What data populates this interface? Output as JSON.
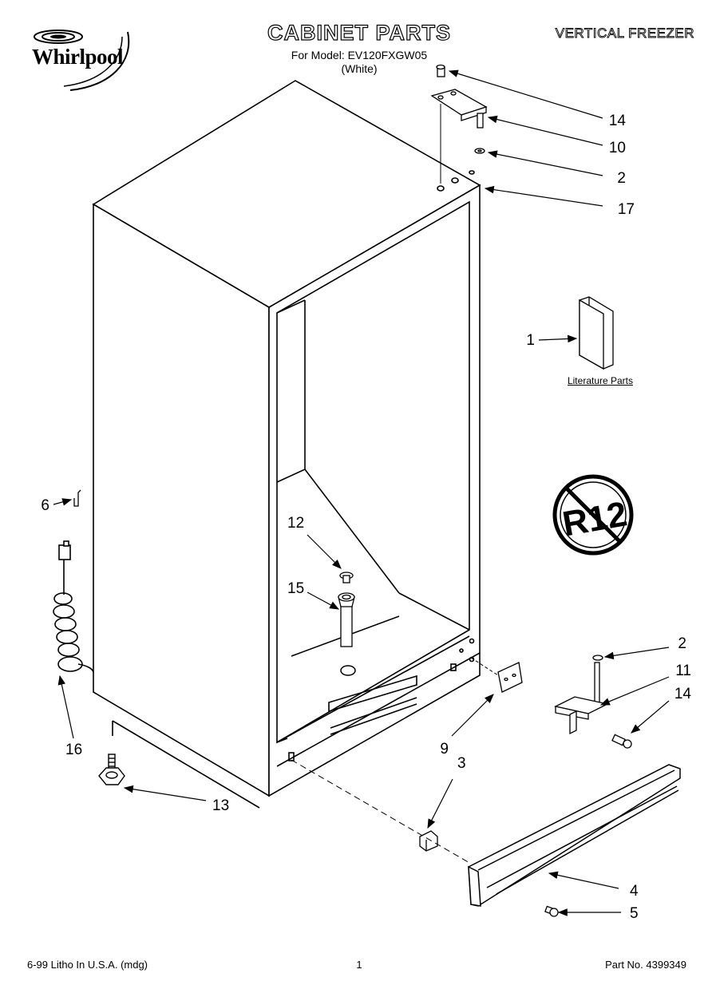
{
  "brand": {
    "name": "Whirlpool"
  },
  "header": {
    "title": "CABINET PARTS",
    "model_line": "For Model: EV120FXGW05",
    "color_line": "(White)",
    "category": "VERTICAL FREEZER"
  },
  "literature": {
    "label": "Literature Parts"
  },
  "badge": {
    "text": "R12",
    "meaning": "no-r12-symbol"
  },
  "callouts": [
    {
      "id": "14",
      "label": "14"
    },
    {
      "id": "10",
      "label": "10"
    },
    {
      "id": "2",
      "label": "2"
    },
    {
      "id": "17",
      "label": "17"
    },
    {
      "id": "1",
      "label": "1"
    },
    {
      "id": "6",
      "label": "6"
    },
    {
      "id": "12",
      "label": "12"
    },
    {
      "id": "15",
      "label": "15"
    },
    {
      "id": "16",
      "label": "16"
    },
    {
      "id": "13",
      "label": "13"
    },
    {
      "id": "2b",
      "label": "2"
    },
    {
      "id": "11",
      "label": "11"
    },
    {
      "id": "14b",
      "label": "14"
    },
    {
      "id": "9",
      "label": "9"
    },
    {
      "id": "3",
      "label": "3"
    },
    {
      "id": "4",
      "label": "4"
    },
    {
      "id": "5",
      "label": "5"
    }
  ],
  "footer": {
    "left": "6-99 Litho In U.S.A. (mdg)",
    "page": "1",
    "part": "Part No. 4399349"
  }
}
